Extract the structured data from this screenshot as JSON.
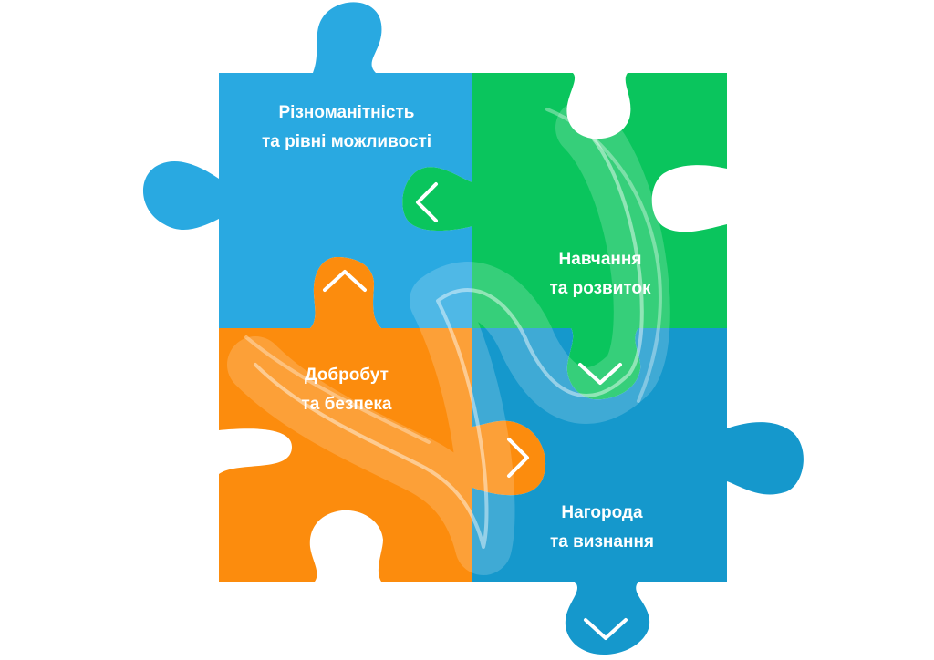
{
  "pieces": [
    {
      "id": "blue",
      "color": "#29a9e1",
      "line1": "Різноманітність",
      "line2": "та рівні можливості",
      "tab_icon": "chevron-left-icon"
    },
    {
      "id": "green",
      "color": "#0ac55d",
      "line1": "Навчання",
      "line2": "та розвиток",
      "tab_icon": "chevron-down-icon"
    },
    {
      "id": "orange",
      "color": "#fc8c0d",
      "line1": "Добробут",
      "line2": "та безпека",
      "tab_icon": "chevron-up-icon"
    },
    {
      "id": "darkblue",
      "color": "#1598cc",
      "line1": "Нагорода",
      "line2": "та визнання",
      "tab_icon": "chevron-right-icon"
    }
  ],
  "extra_icon": "chevron-down-icon",
  "watermark_icon": "logo-outline-icon"
}
